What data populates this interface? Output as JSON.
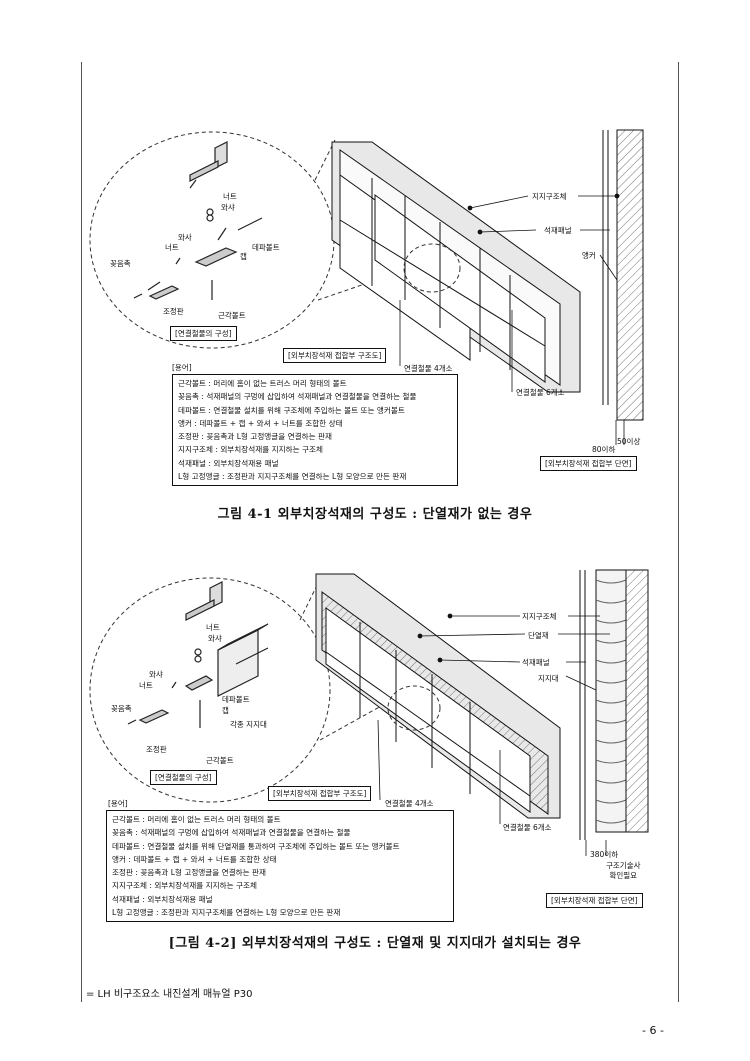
{
  "figure1": {
    "labels": {
      "nut": "너트",
      "washer": "와샤",
      "washer2": "와사",
      "nut2": "너트",
      "dowel": "꽂음촉",
      "bolt": "데파볼트",
      "cap": "캡",
      "plate": "조정판",
      "anchor": "근각볼트",
      "support": "지지구조체",
      "panel": "석재패널",
      "anchor2": "앵커",
      "conn4": "연결철물 4개소",
      "conn6": "연결철물 6개소",
      "dim1": "50이상",
      "dim2": "80이하"
    },
    "boxes": {
      "components": "[연결철물의 구성]",
      "joint": "[외부치장석재 접합부 구조도]",
      "section": "[외부치장석재 접합부 단면]",
      "terms_title": "[용어]"
    },
    "terms": [
      "근각볼트 : 머리에 홈이 없는 트러스 머리 형태의 볼트",
      "꽂음촉 : 석재패널의 구멍에 삽입하여 석재패널과 연결철물을 연결하는 철물",
      "데파볼트 : 연결철물 설치를 위해 구조체에 주입하는 볼트 또는 앵커볼트",
      "앵커 : 데파볼트 + 캡 + 와셔 + 너트를 조합한 상태",
      "조정판 : 꽂음촉과 L형 고정앵글을 연결하는 판재",
      "지지구조체 : 외부치장석재를 지지하는 구조체",
      "석재패널 : 외부치장석재용 패널",
      "L형 고정앵글 : 조정판과 지지구조체를 연결하는 L형 모양으로 만든 판재"
    ],
    "caption": "그림 4-1 외부치장석재의 구성도 : 단열재가 없는 경우"
  },
  "figure2": {
    "labels": {
      "nut": "너트",
      "washer": "와샤",
      "washer2": "와샤",
      "nut2": "너트",
      "dowel": "꽂음촉",
      "bolt": "데파볼트",
      "cap": "캡",
      "plate": "조정판",
      "anchor": "근각볼트",
      "bracket": "각종 지지대",
      "support": "지지구조체",
      "insulation": "단열재",
      "panel": "석재패널",
      "stand": "지지대",
      "conn4": "연결철물 4개소",
      "conn6": "연결철물 6개소",
      "dim1": "380이하",
      "note": "구조기술사\n확인필요"
    },
    "boxes": {
      "components": "[연결철물의 구성]",
      "joint": "[외부치장석재 접합부 구조도]",
      "section": "[외부치장석재 접합부 단면]",
      "terms_title": "[용어]"
    },
    "terms": [
      "근각볼트 : 머리에 홈이 없는 트러스 머리 형태의 볼트",
      "꽂음촉 : 석재패널의 구멍에 삽입하여 석재패널과 연결철물을 연결하는 철물",
      "데파볼트 : 연결철물 설치를 위해 단열재를 통과하여 구조체에 주입하는 볼트 또는 앵커볼트",
      "앵커 : 데파볼트 + 캡 + 와셔 + 너트를 조합한 상태",
      "조정판 : 꽂음촉과 L형 고정앵글을 연결하는 판재",
      "지지구조체 : 외부치장석재를 지지하는 구조체",
      "석재패널 : 외부치장석재용 패널",
      "L형 고정앵글 : 조정판과 지지구조체를 연결하는 L형 모양으로 만든 판재"
    ],
    "caption": "[그림 4-2] 외부치장석재의 구성도 : 단열재 및 지지대가 설치되는 경우"
  },
  "footer": {
    "source": "= LH 비구조요소 내진설계 매뉴얼 P30",
    "page": "- 6 -"
  }
}
